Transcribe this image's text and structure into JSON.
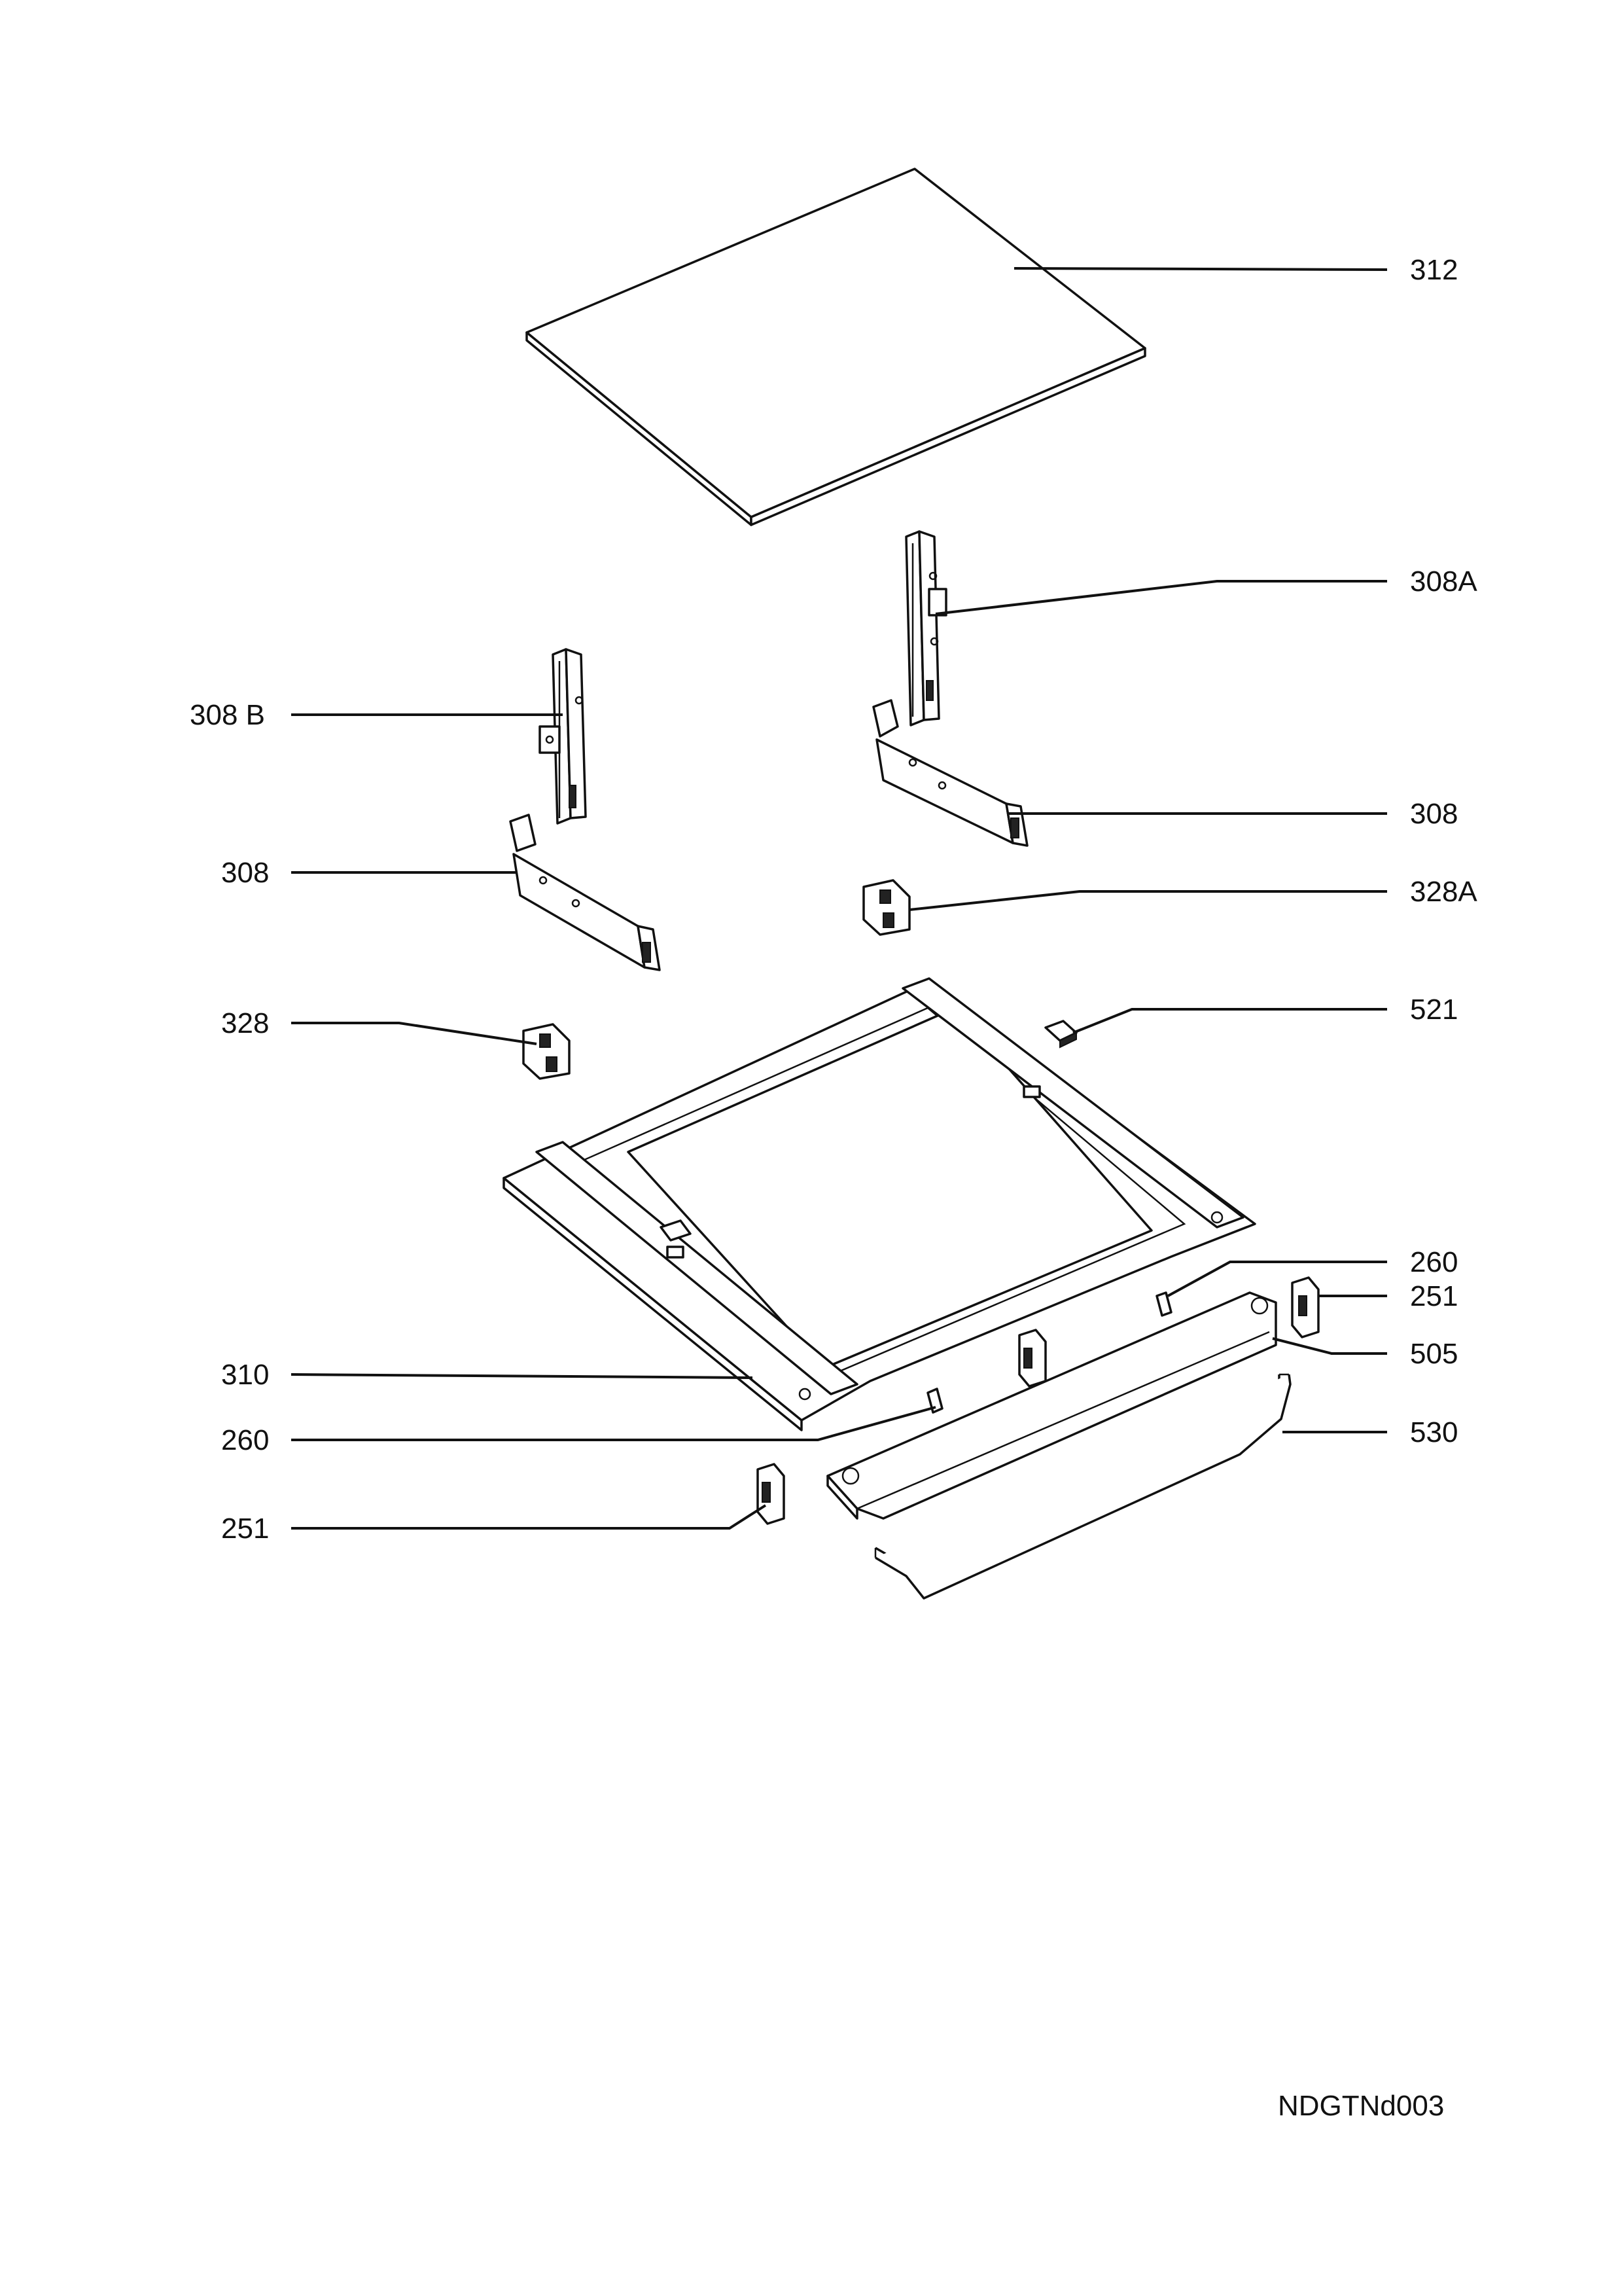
{
  "diagram": {
    "callouts": [
      {
        "id": "c-312",
        "label": "312"
      },
      {
        "id": "c-308a",
        "label": "308A"
      },
      {
        "id": "c-308b",
        "label": "308 B"
      },
      {
        "id": "c-308-right",
        "label": "308"
      },
      {
        "id": "c-308-left",
        "label": "308"
      },
      {
        "id": "c-328a",
        "label": "328A"
      },
      {
        "id": "c-328",
        "label": "328"
      },
      {
        "id": "c-521",
        "label": "521"
      },
      {
        "id": "c-260-right",
        "label": "260"
      },
      {
        "id": "c-251-right",
        "label": "251"
      },
      {
        "id": "c-505",
        "label": "505"
      },
      {
        "id": "c-310",
        "label": "310"
      },
      {
        "id": "c-260-left",
        "label": "260"
      },
      {
        "id": "c-530",
        "label": "530"
      },
      {
        "id": "c-251-left",
        "label": "251"
      }
    ],
    "document_code": "NDGTNd003"
  }
}
